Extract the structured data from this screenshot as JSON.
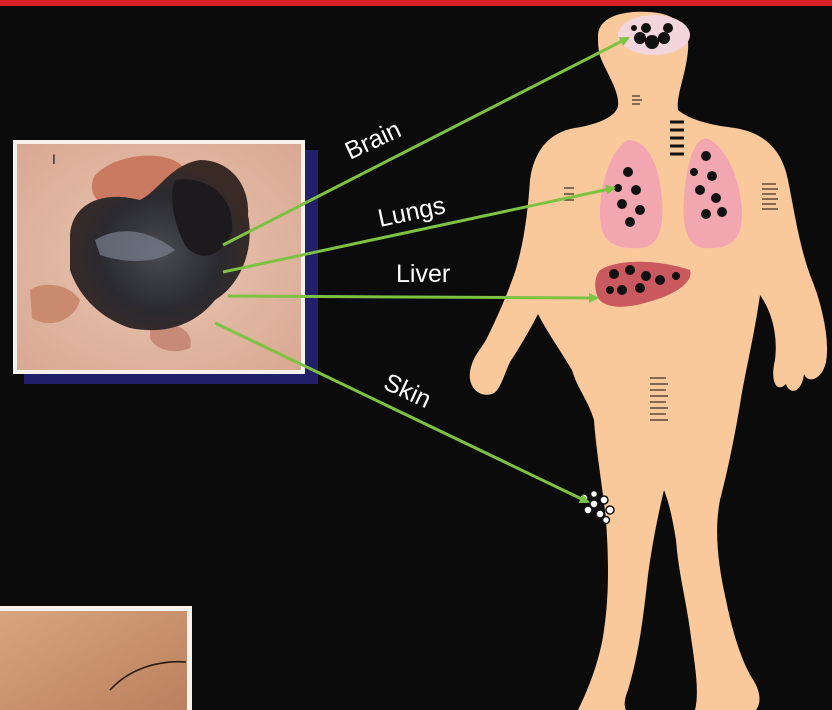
{
  "colors": {
    "background": "#0b0b0b",
    "top_bar": "#d81f26",
    "arrow": "#7dc242",
    "body_skin": "#f9c99b",
    "lung": "#f2a7b0",
    "liver": "#c9585f",
    "tumor": "#111111"
  },
  "labels": {
    "brain": "Brain",
    "lungs": "Lungs",
    "liver": "Liver",
    "skin": "Skin"
  },
  "photo": {
    "marker": "I"
  }
}
